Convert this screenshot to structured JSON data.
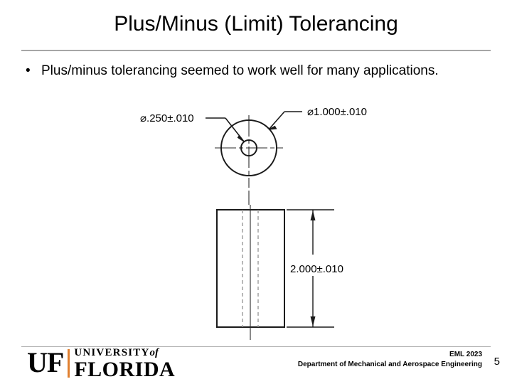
{
  "slide": {
    "title": "Plus/Minus (Limit) Tolerancing",
    "bullets": [
      {
        "marker": "•",
        "text": "Plus/minus tolerancing seemed to work well for many applications."
      }
    ]
  },
  "drawing": {
    "labels": {
      "hole_diameter": "⌀.250±.010",
      "outer_diameter": "⌀1.000±.010",
      "length": "2.000±.010"
    },
    "line_color": "#1a1a1a",
    "hidden_line_color": "#9a9a9a",
    "center_line_color": "#2a2a2a"
  },
  "footer": {
    "logo": {
      "mark": "UF",
      "university": "UNIVERSITY",
      "of": "of",
      "florida": "FLORIDA",
      "bar_color": "#e08030"
    },
    "course": "EML 2023",
    "department": "Department of Mechanical and Aerospace Engineering",
    "page_number": "5"
  }
}
